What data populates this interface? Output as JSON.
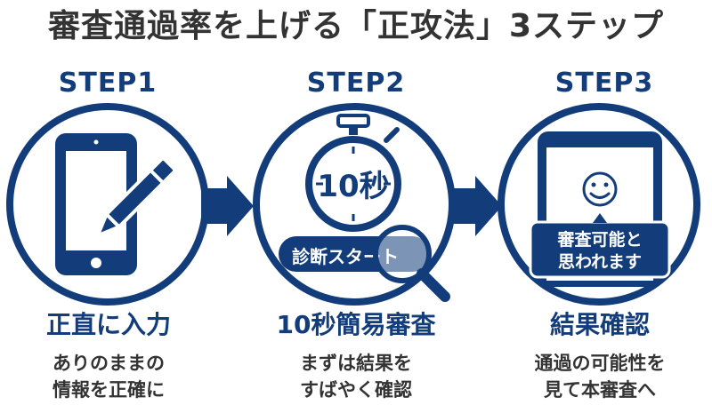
{
  "title": "審査通過率を上げる「正攻法」3ステップ",
  "colors": {
    "navy": "#123d7a",
    "text": "#333333",
    "white": "#ffffff"
  },
  "steps": [
    {
      "label": "STEP1",
      "icon": "smartphone-pen-icon",
      "caption": "正直に入力",
      "desc": [
        "ありのままの",
        "情報を正確に"
      ]
    },
    {
      "label": "STEP2",
      "icon": "stopwatch-magnifier-icon",
      "timer": "10秒",
      "button": "診断スタート",
      "caption": "10秒簡易審査",
      "desc": [
        "まずは結果を",
        "すばやく確認"
      ]
    },
    {
      "label": "STEP3",
      "icon": "smartphone-smiley-icon",
      "bubble": [
        "審査可能と",
        "思われます"
      ],
      "caption": "結果確認",
      "desc": [
        "通過の可能性を",
        "見て本審査へ"
      ]
    }
  ]
}
